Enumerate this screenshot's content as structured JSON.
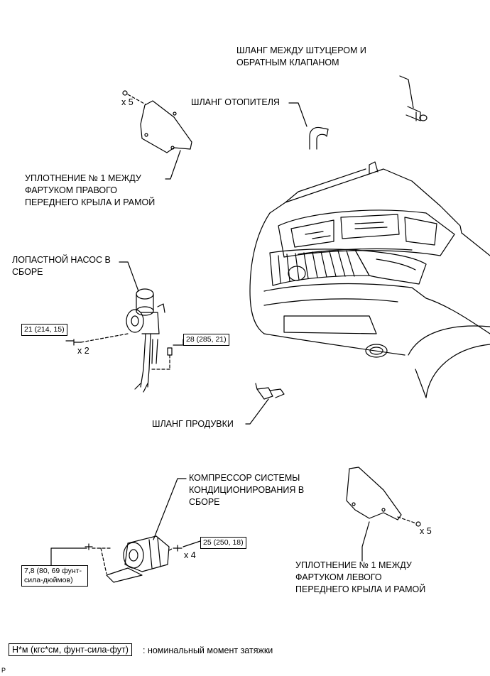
{
  "labels": {
    "hose_union_check": "ШЛАНГ МЕЖДУ ШТУЦЕРОМ И\nОБРАТНЫМ КЛАПАНОМ",
    "heater_hose": "ШЛАНГ ОТОПИТЕЛЯ",
    "seal_right": "УПЛОТНЕНИЕ № 1 МЕЖДУ\nФАРТУКОМ ПРАВОГО\nПЕРЕДНЕГО КРЫЛА И РАМОЙ",
    "vane_pump": "ЛОПАСТНОЙ НАСОС В\nСБОРЕ",
    "purge_hose": "ШЛАНГ ПРОДУВКИ",
    "compressor": "КОМПРЕССОР СИСТЕМЫ\nКОНДИЦИОНИРОВАНИЯ В\nСБОРЕ",
    "seal_left": "УПЛОТНЕНИЕ № 1 МЕЖДУ\nФАРТУКОМ ЛЕВОГО\nПЕРЕДНЕГО КРЫЛА И РАМОЙ"
  },
  "quantities": {
    "seal_right_clips": "x 5",
    "pump_bolts": "x 2",
    "compressor_bolts": "x 4",
    "seal_left_clips": "x 5"
  },
  "torques": {
    "pump_bolt": "21 (214, 15)",
    "pump_bracket_bolt": "28 (285, 21)",
    "compressor_bolt": "25 (250, 18)",
    "compressor_stud": "7,8 (80, 69 фунт-\nсила-дюймов)"
  },
  "legend": {
    "box": "Н*м (кгс*см, фунт-сила-фут)",
    "text": ": номинальный момент затяжки"
  },
  "corner_mark": "P"
}
